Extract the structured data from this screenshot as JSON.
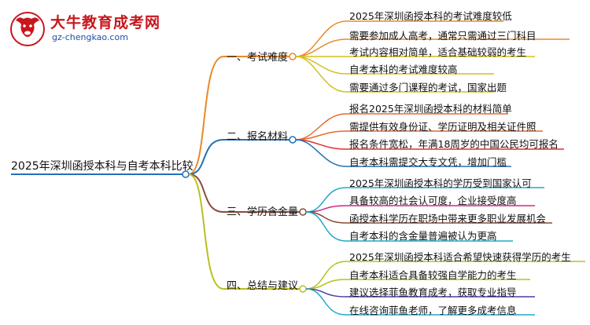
{
  "logo": {
    "title": "大牛教育成考网",
    "url": "gz-chengkao.com",
    "icon": "bull-head-logo"
  },
  "root": {
    "label": "2025年深圳函授本科与自考本科比较"
  },
  "branches": [
    {
      "label": "一、考试难度",
      "color": "#e88a2a",
      "leaves": [
        {
          "label": "2025年深圳函授本科的考试难度较低",
          "color": "#e88a2a"
        },
        {
          "label": "需要参加成人高考，通常只需通过三门科目",
          "color": "#e88a2a"
        },
        {
          "label": "考试内容相对简单，适合基础较弱的考生",
          "color": "#d4c020"
        },
        {
          "label": "自考本科的考试难度较高",
          "color": "#d4c020"
        },
        {
          "label": "需要通过多门课程的考试，国家出题",
          "color": "#d4c020"
        }
      ]
    },
    {
      "label": "二、报名材料",
      "color": "#2070b8",
      "leaves": [
        {
          "label": "报名2025年深圳函授本科的材料简单",
          "color": "#e86a2a"
        },
        {
          "label": "需提供有效身份证、学历证明及相关证件照",
          "color": "#e86a2a"
        },
        {
          "label": "报名条件宽松，年满18周岁的中国公民均可报名",
          "color": "#e03030"
        },
        {
          "label": "自考本科需提交大专文凭，增加门槛",
          "color": "#2070b8"
        }
      ]
    },
    {
      "label": "三、学历含金量",
      "color": "#8a4a3a",
      "leaves": [
        {
          "label": "2025年深圳函授本科的学历受到国家认可",
          "color": "#20a8c8"
        },
        {
          "label": "具备较高的社会认可度，企业接受度高",
          "color": "#d02a80"
        },
        {
          "label": "函授本科学历在职场中带来更多职业发展机会",
          "color": "#8a4a3a"
        },
        {
          "label": "自考本科的含金量普遍被认为更高",
          "color": "#20a8c8"
        }
      ]
    },
    {
      "label": "四、总结与建议",
      "color": "#b8c020",
      "leaves": [
        {
          "label": "2025年深圳函授本科适合希望快速获得学历的考生",
          "color": "#b8c020"
        },
        {
          "label": "自考本科适合具备较强自学能力的考生",
          "color": "#b8c020"
        },
        {
          "label": "建议选择菲鱼教育成考，获取专业指导",
          "color": "#4a3aa8"
        },
        {
          "label": "在线咨询菲鱼老师，了解更多成考信息",
          "color": "#20a8c8"
        }
      ]
    }
  ]
}
